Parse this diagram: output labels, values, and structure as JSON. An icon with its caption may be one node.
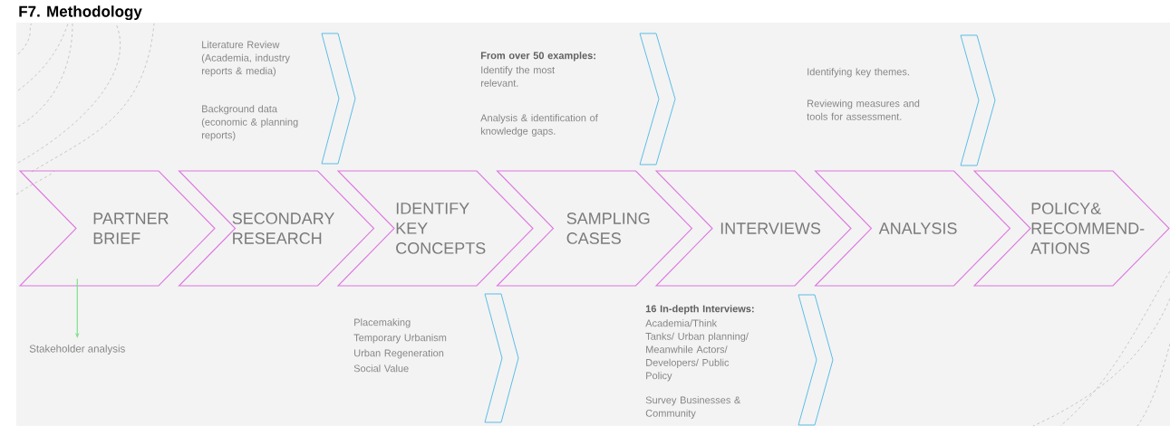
{
  "diagram": {
    "title": "F7. Methodology",
    "nodes": [
      {
        "text": [
          "PARTNER BRIEF"
        ]
      },
      {
        "text": [
          "SECONDARY RESEARCH"
        ]
      },
      {
        "text": [
          "IDENTIFY KEY CONCEPTS"
        ]
      },
      {
        "text": [
          "SAMPLING CASES"
        ]
      },
      {
        "text": [
          "INTERVIEWS"
        ]
      },
      {
        "text": [
          "ANALYSIS"
        ]
      },
      {
        "text": [
          "POLICY& RECOMMEND-ATIONS"
        ]
      },
      {
        "text": [
          "Stakeholder analysis"
        ]
      },
      {
        "text": [],
        "shape": "chevron"
      },
      {
        "text": [],
        "shape": "chevron"
      },
      {
        "text": [],
        "shape": "chevron"
      },
      {
        "text": [],
        "shape": "chevron"
      },
      {
        "text": [],
        "shape": "chevron"
      }
    ],
    "edges": [
      {
        "from": 0,
        "to": 7,
        "arrow": "to",
        "color": "#7ee08e"
      }
    ],
    "labels": [
      "Literature Review (Academia, industry reports & media)",
      "Background data (economic & planning reports)",
      "From over 50 examples:",
      "Identify the most relevant.",
      "Analysis & identification of knowledge gaps.",
      "Identifying key themes.",
      "Reviewing measures and tools for assessment.",
      "Placemaking",
      "Temporary Urbanism",
      "Urban Regeneration",
      "Social Value",
      "16 In-depth Interviews:",
      "Academia/Think Tanks/ Urban planning/ Meanwhile Actors/ Developers/ Public Policy",
      "Survey Businesses & Community"
    ]
  }
}
